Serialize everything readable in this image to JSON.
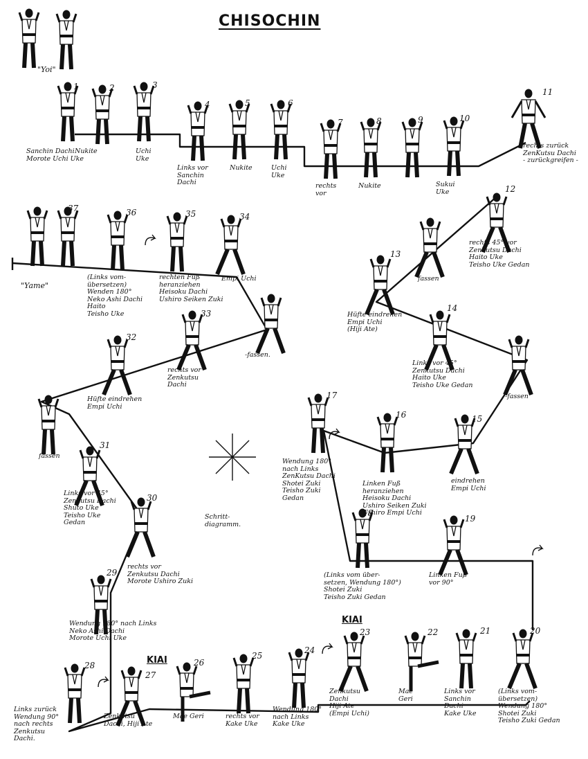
{
  "title": "CHISOCHIN",
  "start_label": "\"Yoi\"",
  "end_label": "\"Yame\"",
  "kiai_label": "KIAI",
  "diagram_label": "Schritt-\ndiagramm.",
  "steps": [
    {
      "num": "1",
      "label": "Sanchin Dachi\nMorote Uchi Uke"
    },
    {
      "num": "2",
      "label": "Nukite"
    },
    {
      "num": "3",
      "label": "Uchi\nUke"
    },
    {
      "num": "4",
      "label": "Links vor\nSanchin\nDachi"
    },
    {
      "num": "5",
      "label": "Nukite"
    },
    {
      "num": "6",
      "label": "Uchi\nUke"
    },
    {
      "num": "7",
      "label": "rechts\nvor"
    },
    {
      "num": "8",
      "label": "Nukite"
    },
    {
      "num": "9",
      "label": ""
    },
    {
      "num": "10",
      "label": "Sukui\nUke"
    },
    {
      "num": "11",
      "label": "rechts zurück\nZenKutsu Dachi\n- zurückgreifen -"
    },
    {
      "num": "12",
      "label": "rechts 45° vor\nZenkutsu Dachi\nHaito Uke\nTeisho Uke Gedan"
    },
    {
      "num": "13",
      "label": "Hüfte eindrehen\nEmpi Uchi\n(Hiji Ate)"
    },
    {
      "num": "",
      "label": "fassen"
    },
    {
      "num": "14",
      "label": "Links vor 45°\nZenkutsu Dachi\nHaito Uke\nTeisho Uke Gedan"
    },
    {
      "num": "",
      "label": "-fassen"
    },
    {
      "num": "15",
      "label": "eindrehen\nEmpi Uchi"
    },
    {
      "num": "16",
      "label": "Linken Fuß\nheranziehen\nHeisoku Dachi\nUshiro Seiken Zuki\nUshiro Empi Uchi"
    },
    {
      "num": "17",
      "label": "Wendung 180°\nnach Links\nZenKutsu Dachi\nShotei Zuki\nTeisho Zuki\nGedan"
    },
    {
      "num": "18",
      "label": "(Links vom über-\nsetzen, Wendung 180°)\nShotei Zuki\nTeisho Zuki Gedan"
    },
    {
      "num": "19",
      "label": "Linken Fuß\nvor 90°"
    },
    {
      "num": "20",
      "label": "(Links vom-\nübersetzen)\nWendung 180°\nShotei Zuki\nTeisho Zuki Gedan"
    },
    {
      "num": "21",
      "label": "Links vor\nSanchin\nDachi\nKake Uke"
    },
    {
      "num": "22",
      "label": "Mae\nGeri"
    },
    {
      "num": "23",
      "label": "Zenkutsu\nDachi\nHiji Ate\n(Empi Uchi)"
    },
    {
      "num": "24",
      "label": "Wendung 180°\nnach Links\nKake Uke"
    },
    {
      "num": "25",
      "label": "rechts vor\nKake Uke"
    },
    {
      "num": "26",
      "label": "Mae Geri"
    },
    {
      "num": "27",
      "label": "Zenkutsu\nDachi, Hiji Ate"
    },
    {
      "num": "28",
      "label": "Links zurück\nWendung 90°\nnach rechts\nZenkutsu\nDachi."
    },
    {
      "num": "29",
      "label": "Wendung 180° nach Links\nNeko Ashi Dachi\nMorote Uchi Uke"
    },
    {
      "num": "30",
      "label": "rechts vor\nZenkutsu Dachi\nMorote Ushiro Zuki"
    },
    {
      "num": "31",
      "label": "Links vor 45°\nZenkutsu Dachi\nShuto Uke\nTeisho Uke\nGedan"
    },
    {
      "num": "",
      "label": "fassen"
    },
    {
      "num": "32",
      "label": "Hüfte eindrehen\nEmpi Uchi"
    },
    {
      "num": "33",
      "label": "rechts vor\nZenkutsu\nDachi"
    },
    {
      "num": "",
      "label": "-fassen."
    },
    {
      "num": "34",
      "label": "Empi Uchi"
    },
    {
      "num": "35",
      "label": "rechten Fuß\nheranziehen\nHeisoku Dachi\nUshiro Seiken Zuki"
    },
    {
      "num": "36",
      "label": "(Links vom-\nübersetzen)\nWenden 180°\nNeko Ashi Dachi\nHaito\nTeisho Uke"
    },
    {
      "num": "37",
      "label": ""
    }
  ],
  "icons": [
    "karateka-figure-icon",
    "turn-arrow-icon",
    "step-diagram-star-icon"
  ]
}
